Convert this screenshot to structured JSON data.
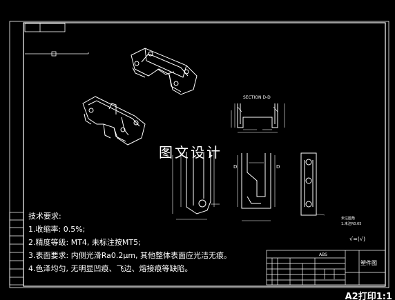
{
  "requirements": {
    "heading": "技术要求:",
    "items": [
      "1.收缩率: 0.5%;",
      "2.精度等级: MT4, 未标注按MT5;",
      "3.表面要求: 内侧光滑Ra0.2μm, 其他整体表面应光洁无痕。",
      "4.色泽均匀, 无明显凹痕、飞边、熔接痕等缺陷。"
    ]
  },
  "watermark": "图文设计",
  "title_block": {
    "material": "ABS",
    "part_name": "塑件图"
  },
  "section_label": "SECTION D-D",
  "view_labels": {
    "left": "D",
    "right": "D"
  },
  "notes": {
    "line1": "未注圆角",
    "line2": "1.未注R0.05"
  },
  "roughness_symbol": "√=(√)",
  "scale_label": "A2打印1:1",
  "colors": {
    "line": "#ffffff",
    "background": "#000000"
  }
}
